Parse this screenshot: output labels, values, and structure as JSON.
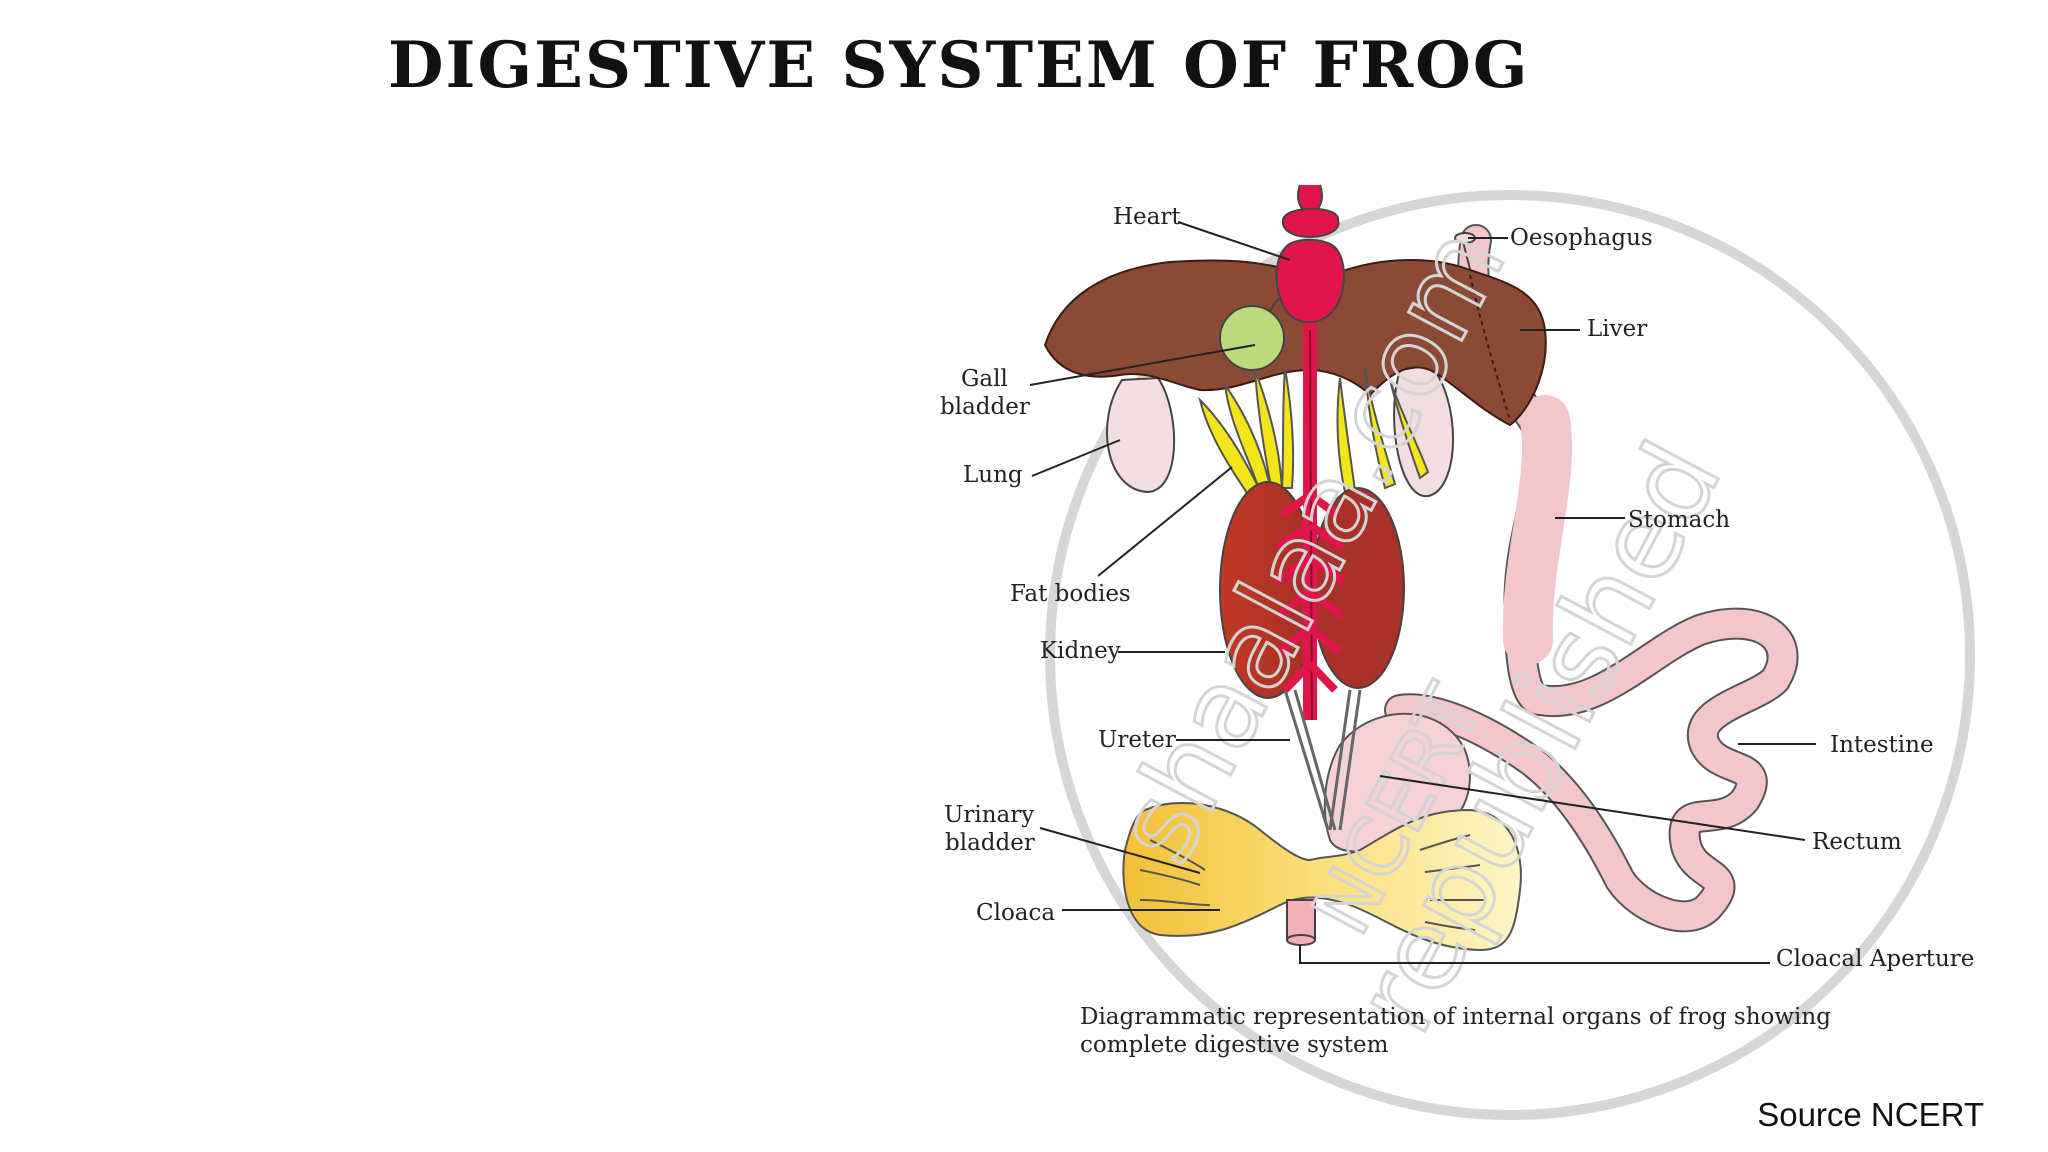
{
  "title": "DIGESTIVE SYSTEM OF FROG",
  "source": "Source NCERT",
  "labels": {
    "heart": "Heart",
    "oesophagus": "Oesophagus",
    "liver": "Liver",
    "gall1": "Gall",
    "gall2": "bladder",
    "lung": "Lung",
    "stomach": "Stomach",
    "fat_bodies": "Fat bodies",
    "kidney": "Kidney",
    "ureter": "Ureter",
    "intestine": "Intestine",
    "urinary1": "Urinary",
    "urinary2": "bladder",
    "rectum": "Rectum",
    "cloaca": "Cloaca",
    "cloacal_aperture": "Cloacal Aperture"
  },
  "caption": {
    "line1": "Diagrammatic representation of internal organs of frog showing",
    "line2": "complete digestive system"
  },
  "colors": {
    "liver": "#8b4a36",
    "heart": "#e0154a",
    "gall_bladder": "#bcd97e",
    "lung": "#f3dde0",
    "fat_bodies": "#f2e51a",
    "kidney": "#b8392a",
    "stomach": "#f3c8cc",
    "urinary_bladder": "#f6cc4a",
    "watermark": "#d8d8d8"
  }
}
